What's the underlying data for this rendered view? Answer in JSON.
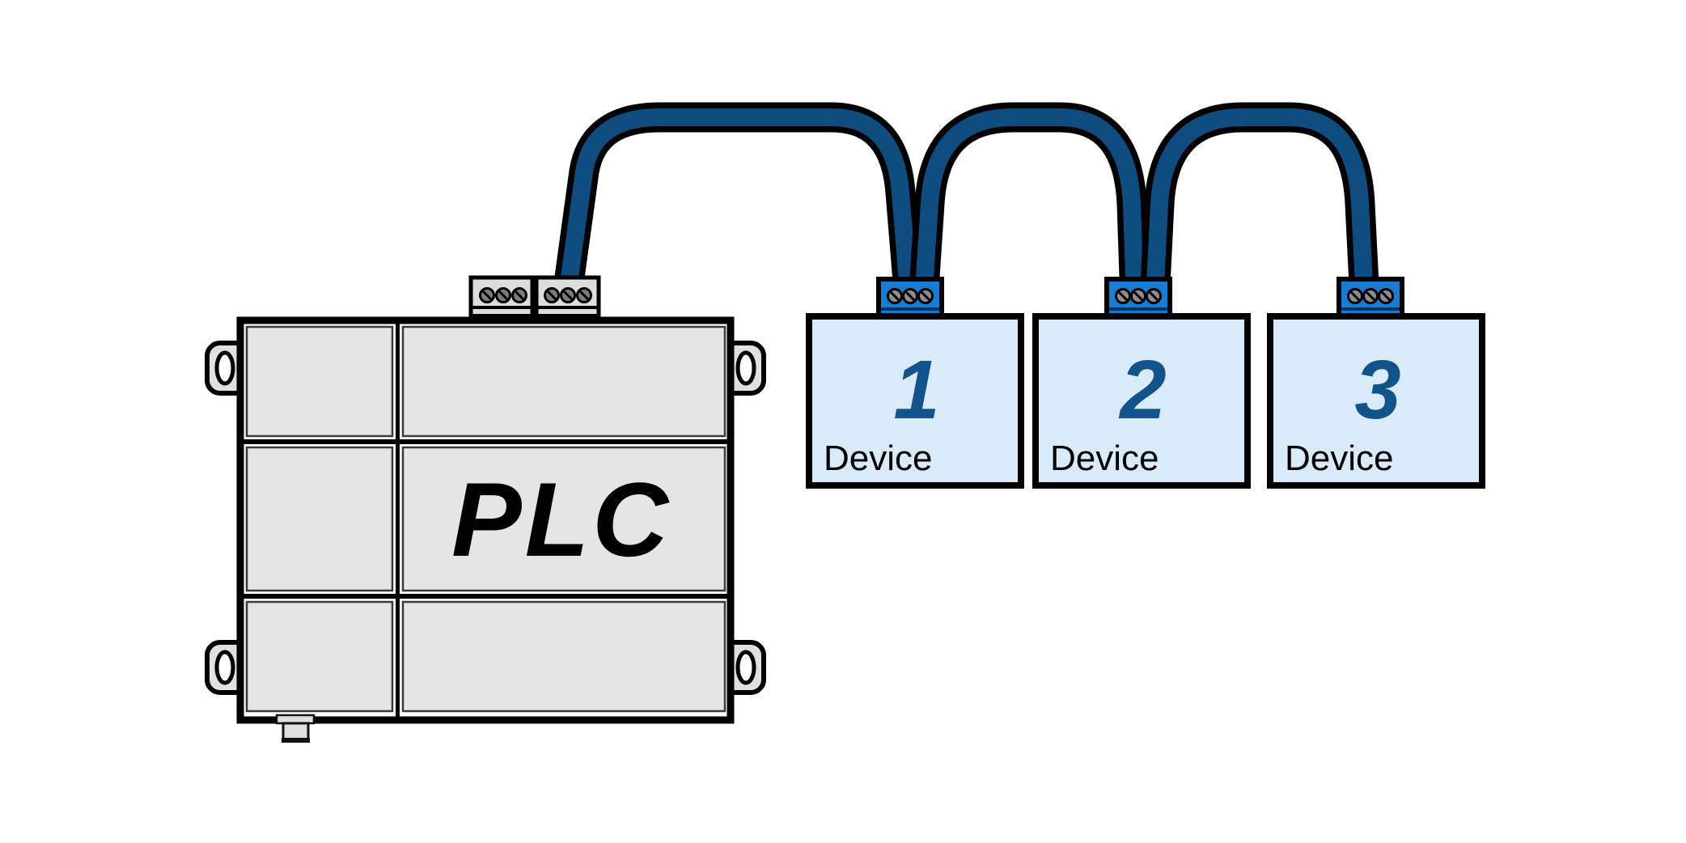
{
  "plc": {
    "label": "PLC"
  },
  "devices": [
    {
      "number": "1",
      "label": "Device"
    },
    {
      "number": "2",
      "label": "Device"
    },
    {
      "number": "3",
      "label": "Device"
    }
  ],
  "colors": {
    "cable_blue": "#0f4c80",
    "cable_outline": "#000000",
    "terminal_blue": "#1a7cd1",
    "terminal_stripe_navy": "#05325c",
    "device_fill": "#d9eafa",
    "device_border": "#000000",
    "device_number_blue": "#11538a",
    "plc_body_fill": "#ffffff",
    "plc_cell_fill": "#e5e5e5",
    "plc_cell_border": "#3a3a3a",
    "metal_gray": "#e0e0e0",
    "terminal_gray": "#dcdcdc",
    "screw_gray_plc": "#7b7b7b",
    "screw_gray_device": "#8d8d8d",
    "text_black": "#000000"
  }
}
